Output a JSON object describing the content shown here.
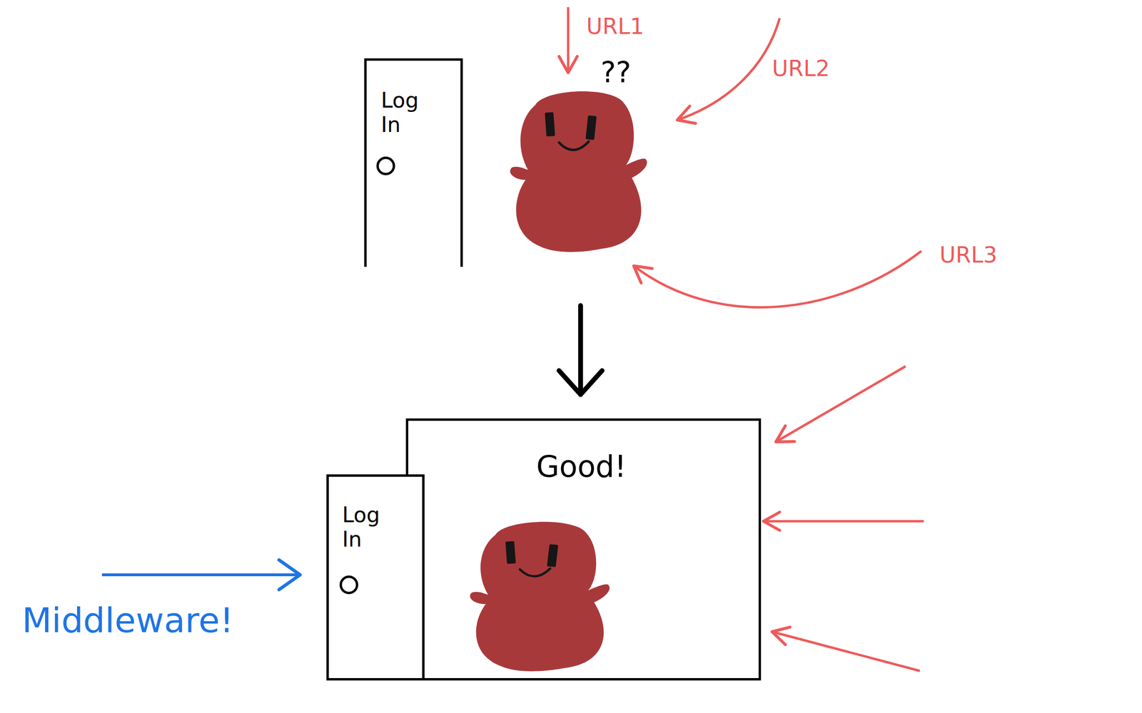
{
  "diagram": {
    "nodes": [
      {
        "text": [
          "Log In"
        ]
      },
      {
        "text": [
          "Good!"
        ]
      },
      {
        "text": [
          "Log In"
        ]
      }
    ],
    "labels": [
      "URL1",
      "??",
      "URL2",
      "URL3",
      "Middleware!"
    ]
  }
}
